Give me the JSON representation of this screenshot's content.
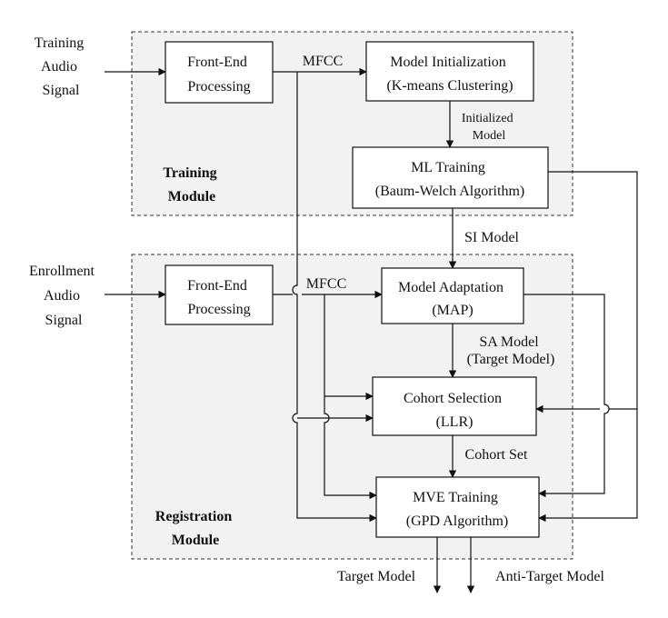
{
  "diagram": {
    "modules": {
      "training": [
        "Training",
        "Module"
      ],
      "registration": [
        "Registration",
        "Module"
      ]
    },
    "inputs": {
      "training": [
        "Training",
        "Audio",
        "Signal"
      ],
      "enrollment": [
        "Enrollment",
        "Audio",
        "Signal"
      ]
    },
    "boxes": {
      "front_end_1": [
        "Front-End",
        "Processing"
      ],
      "model_init": [
        "Model Initialization",
        "(K-means Clustering)"
      ],
      "ml_training": [
        "ML Training",
        "(Baum-Welch Algorithm)"
      ],
      "front_end_2": [
        "Front-End",
        "Processing"
      ],
      "model_adapt": [
        "Model Adaptation",
        "(MAP)"
      ],
      "cohort_sel": [
        "Cohort Selection",
        "(LLR)"
      ],
      "mve_training": [
        "MVE Training",
        "(GPD Algorithm)"
      ]
    },
    "edge_labels": {
      "mfcc_1": "MFCC",
      "initialized_model": [
        "Initialized",
        "Model"
      ],
      "si_model": "SI Model",
      "mfcc_2": "MFCC",
      "sa_model": [
        "SA Model",
        "(Target Model)"
      ],
      "cohort_set": "Cohort Set"
    },
    "outputs": {
      "target": "Target Model",
      "anti_target": "Anti-Target Model"
    }
  }
}
